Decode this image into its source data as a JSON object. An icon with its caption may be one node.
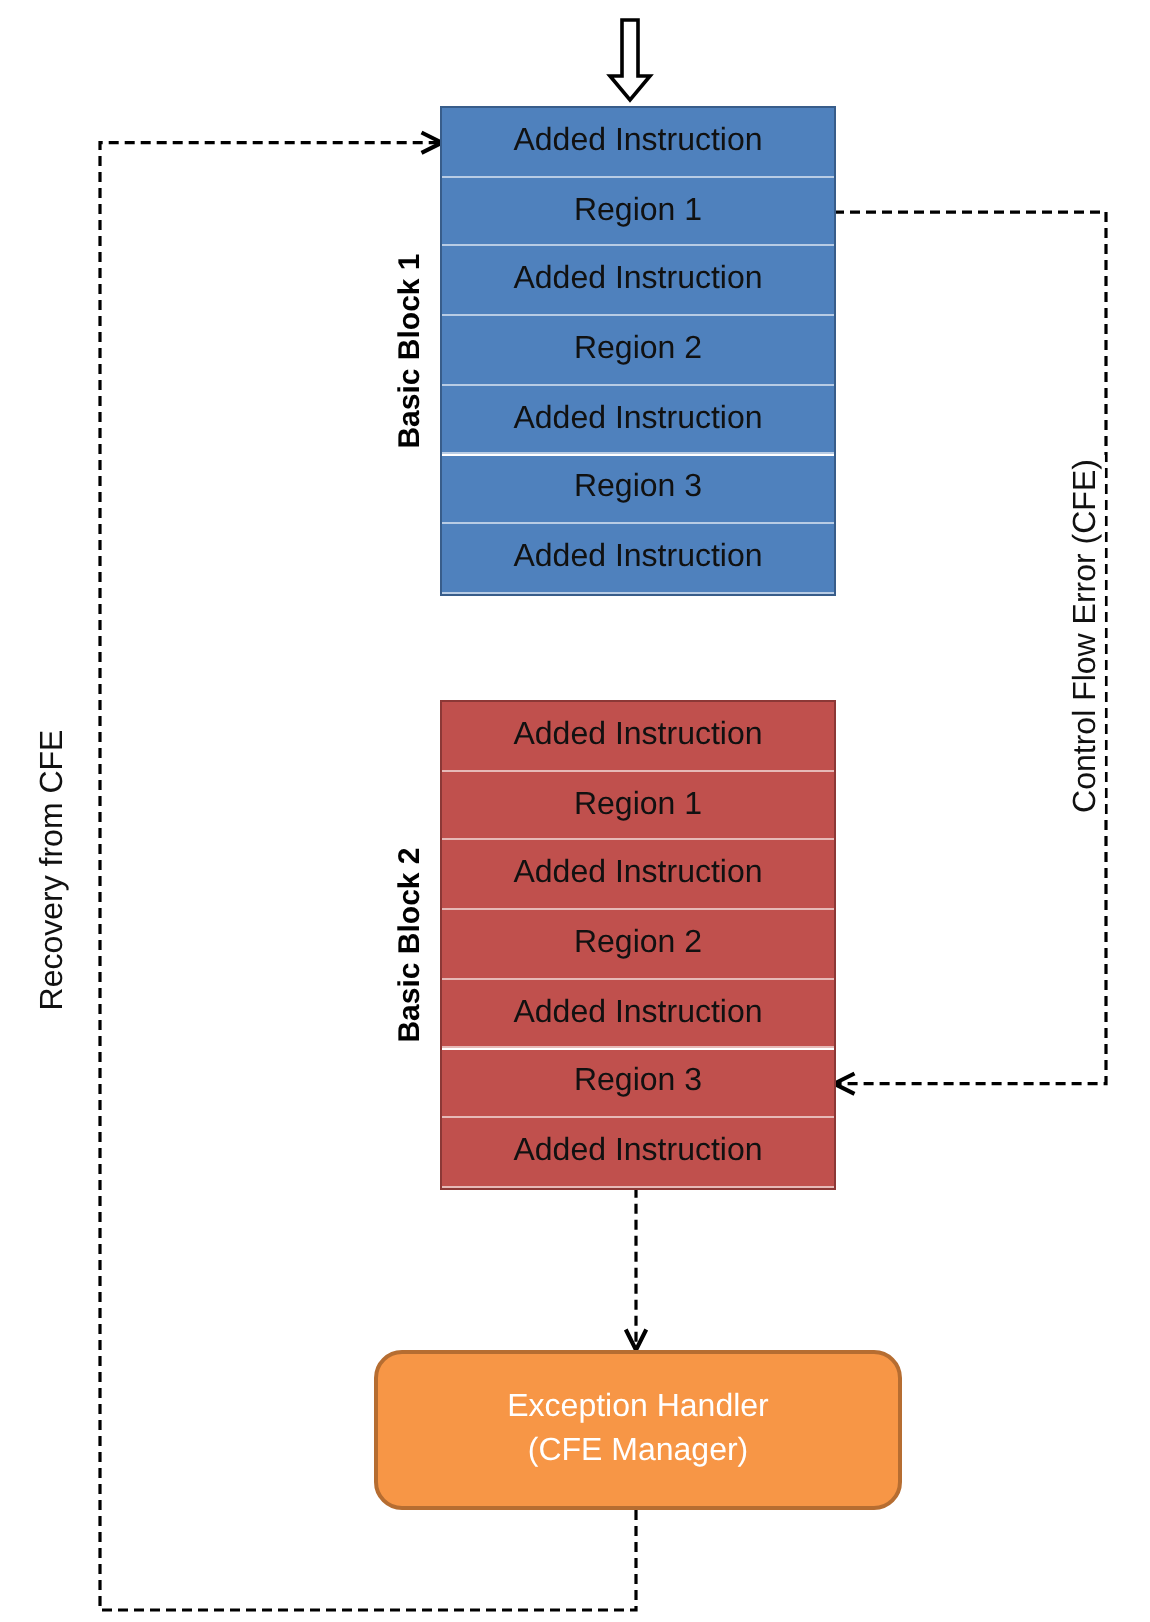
{
  "diagram": {
    "nodes": [
      {
        "text": [
          "Basic Block 1"
        ]
      },
      {
        "text": [
          "Added Instruction"
        ],
        "in": 0
      },
      {
        "text": [
          "Region 1"
        ],
        "in": 0
      },
      {
        "text": [
          "Added Instruction"
        ],
        "in": 0
      },
      {
        "text": [
          "Region 2"
        ],
        "in": 0
      },
      {
        "text": [
          "Added Instruction"
        ],
        "in": 0
      },
      {
        "text": [
          "Region 3"
        ],
        "in": 0
      },
      {
        "text": [
          "Added Instruction"
        ],
        "in": 0
      },
      {
        "text": [
          "Basic Block 2"
        ]
      },
      {
        "text": [
          "Added Instruction"
        ],
        "in": 8
      },
      {
        "text": [
          "Region 1"
        ],
        "in": 8
      },
      {
        "text": [
          "Added Instruction"
        ],
        "in": 8
      },
      {
        "text": [
          "Region 2"
        ],
        "in": 8
      },
      {
        "text": [
          "Added Instruction"
        ],
        "in": 8
      },
      {
        "text": [
          "Region 3"
        ],
        "in": 8
      },
      {
        "text": [
          "Added Instruction"
        ],
        "in": 8
      },
      {
        "text": [
          "Exception Handler (CFE Manager)"
        ]
      }
    ],
    "edges": [
      {
        "from": null,
        "to": 0,
        "arrow": "to"
      },
      {
        "from": 2,
        "to": 14,
        "arrow": "to",
        "style": "dashed",
        "label": "Control Flow Error (CFE)"
      },
      {
        "from": 15,
        "to": 16,
        "arrow": "to",
        "style": "dashed"
      },
      {
        "from": 16,
        "to": 1,
        "arrow": "to",
        "style": "dashed",
        "label": "Recovery from CFE"
      }
    ]
  }
}
